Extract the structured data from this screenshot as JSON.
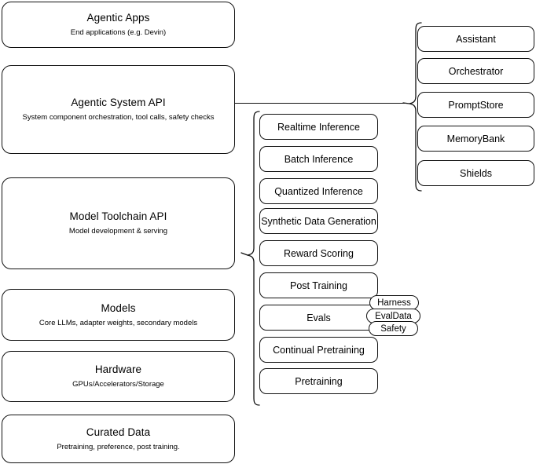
{
  "diagram": {
    "title": "Agentic stack layered architecture diagram",
    "stroke_color": "#111111",
    "background_color": "#ffffff"
  },
  "layers": [
    {
      "name": "agentic-apps",
      "title": "Agentic Apps",
      "subtitle": "End applications (e.g. Devin)"
    },
    {
      "name": "agentic-system-api",
      "title": "Agentic System API",
      "subtitle": "System component orchestration, tool calls, safety checks"
    },
    {
      "name": "model-toolchain-api",
      "title": "Model Toolchain API",
      "subtitle": "Model development & serving"
    },
    {
      "name": "models",
      "title": "Models",
      "subtitle": "Core LLMs, adapter weights, secondary models"
    },
    {
      "name": "hardware",
      "title": "Hardware",
      "subtitle": "GPUs/Accelerators/Storage"
    },
    {
      "name": "curated-data",
      "title": "Curated Data",
      "subtitle": "Pretraining, preference, post training."
    }
  ],
  "toolchain_components": [
    {
      "name": "realtime-inference",
      "label": "Realtime Inference"
    },
    {
      "name": "batch-inference",
      "label": "Batch Inference"
    },
    {
      "name": "quantized-inference",
      "label": "Quantized Inference"
    },
    {
      "name": "synthetic-data-generation",
      "label": "Synthetic Data Generation"
    },
    {
      "name": "reward-scoring",
      "label": "Reward Scoring"
    },
    {
      "name": "post-training",
      "label": "Post Training"
    },
    {
      "name": "evals",
      "label": "Evals"
    },
    {
      "name": "continual-pretraining",
      "label": "Continual Pretraining"
    },
    {
      "name": "pretraining",
      "label": "Pretraining"
    }
  ],
  "evals_subcomponents": [
    {
      "name": "harness",
      "label": "Harness"
    },
    {
      "name": "evaldata",
      "label": "EvalData"
    },
    {
      "name": "safety",
      "label": "Safety"
    }
  ],
  "system_components": [
    {
      "name": "assistant",
      "label": "Assistant"
    },
    {
      "name": "orchestrator",
      "label": "Orchestrator"
    },
    {
      "name": "promptstore",
      "label": "PromptStore"
    },
    {
      "name": "memorybank",
      "label": "MemoryBank"
    },
    {
      "name": "shields",
      "label": "Shields"
    }
  ]
}
